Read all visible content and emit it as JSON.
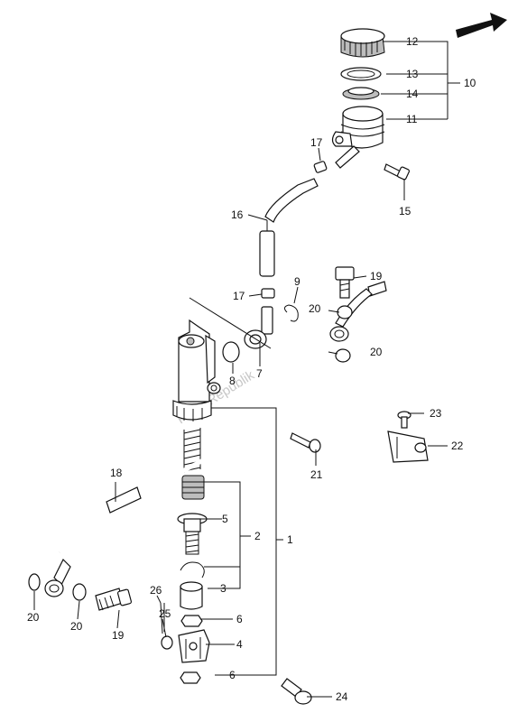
{
  "watermark": "Parts Republik",
  "callouts": {
    "c1": "1",
    "c2": "2",
    "c3": "3",
    "c4": "4",
    "c5": "5",
    "c6a": "6",
    "c6b": "6",
    "c7": "7",
    "c8": "8",
    "c9": "9",
    "c10": "10",
    "c11": "11",
    "c12": "12",
    "c13": "13",
    "c14": "14",
    "c15": "15",
    "c16": "16",
    "c17a": "17",
    "c17b": "17",
    "c18": "18",
    "c19a": "19",
    "c19b": "19",
    "c20a": "20",
    "c20b": "20",
    "c20c": "20",
    "c20d": "20",
    "c21": "21",
    "c22": "22",
    "c23": "23",
    "c24": "24",
    "c25": "25",
    "c26": "26"
  }
}
